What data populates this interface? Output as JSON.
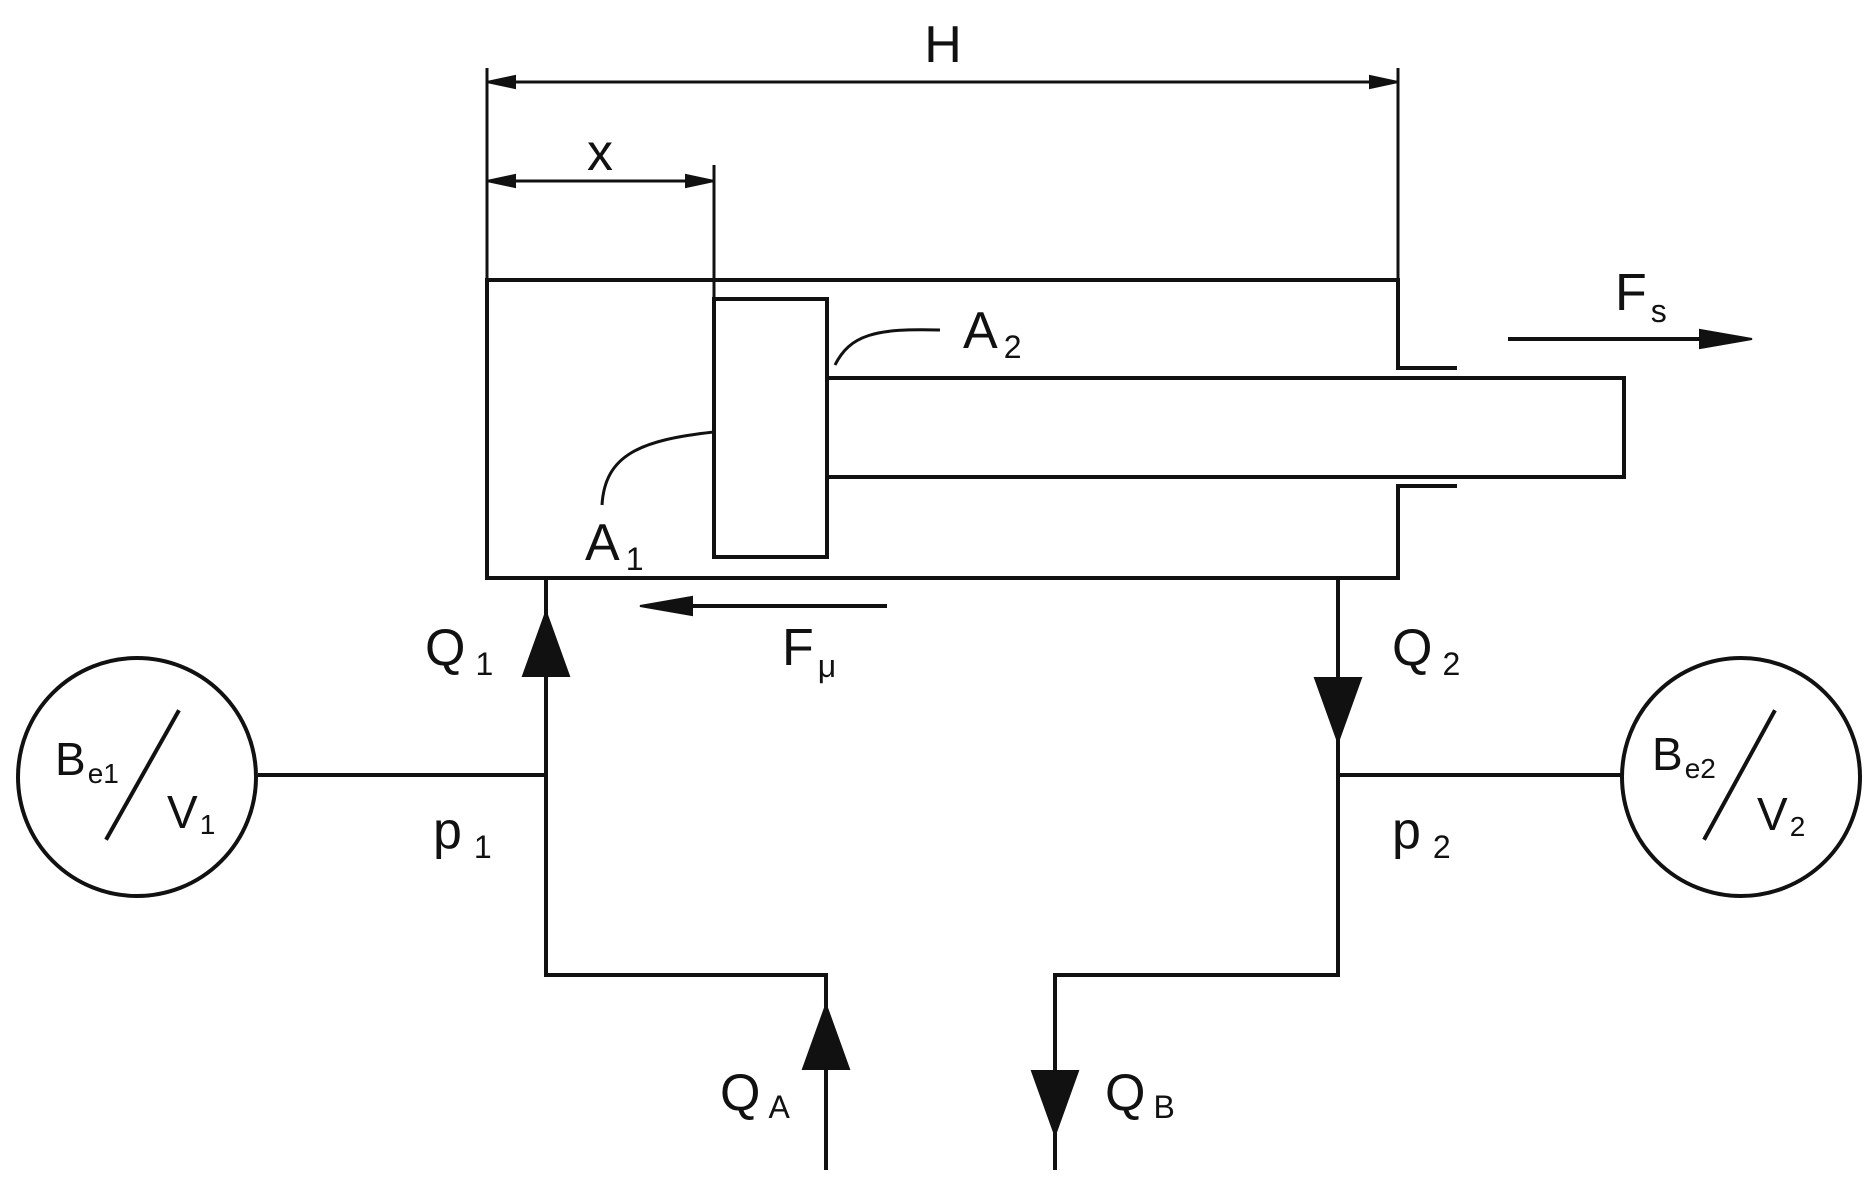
{
  "labels": {
    "H": "H",
    "x": "x",
    "A": "A",
    "A_sub_1": "1",
    "A_sub_2": "2",
    "F": "F",
    "F_sub_s": "s",
    "F_sub_mu": "μ",
    "Q": "Q",
    "Q_sub_1": "1",
    "Q_sub_2": "2",
    "Q_sub_A": "A",
    "Q_sub_B": "B",
    "p": "p",
    "p_sub_1": "1",
    "p_sub_2": "2"
  },
  "gauges": [
    {
      "top": "B",
      "top_sub": "e1",
      "bottom": "V",
      "bottom_sub": "1"
    },
    {
      "top": "B",
      "top_sub": "e2",
      "bottom": "V",
      "bottom_sub": "2"
    }
  ]
}
